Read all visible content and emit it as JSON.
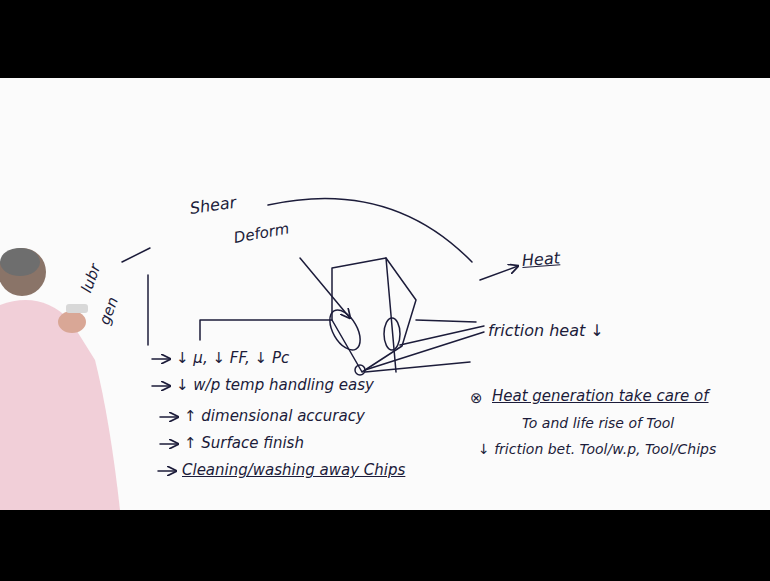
{
  "diagram": {
    "labels": [
      "Shear",
      "Deform",
      "Heat",
      "friction heat ↓",
      "⊗",
      "Heat generation take care of",
      "To and life rise of Tool",
      "↓ friction bet. Tool/w.p, Tool/Chips",
      "lubr",
      "gen",
      "↓ μ, ↓ FF, ↓ Pc",
      "↓ w/p temp handling easy",
      "↑ dimensional accuracy",
      "↑ Surface finish",
      "Cleaning/washing away Chips"
    ]
  }
}
